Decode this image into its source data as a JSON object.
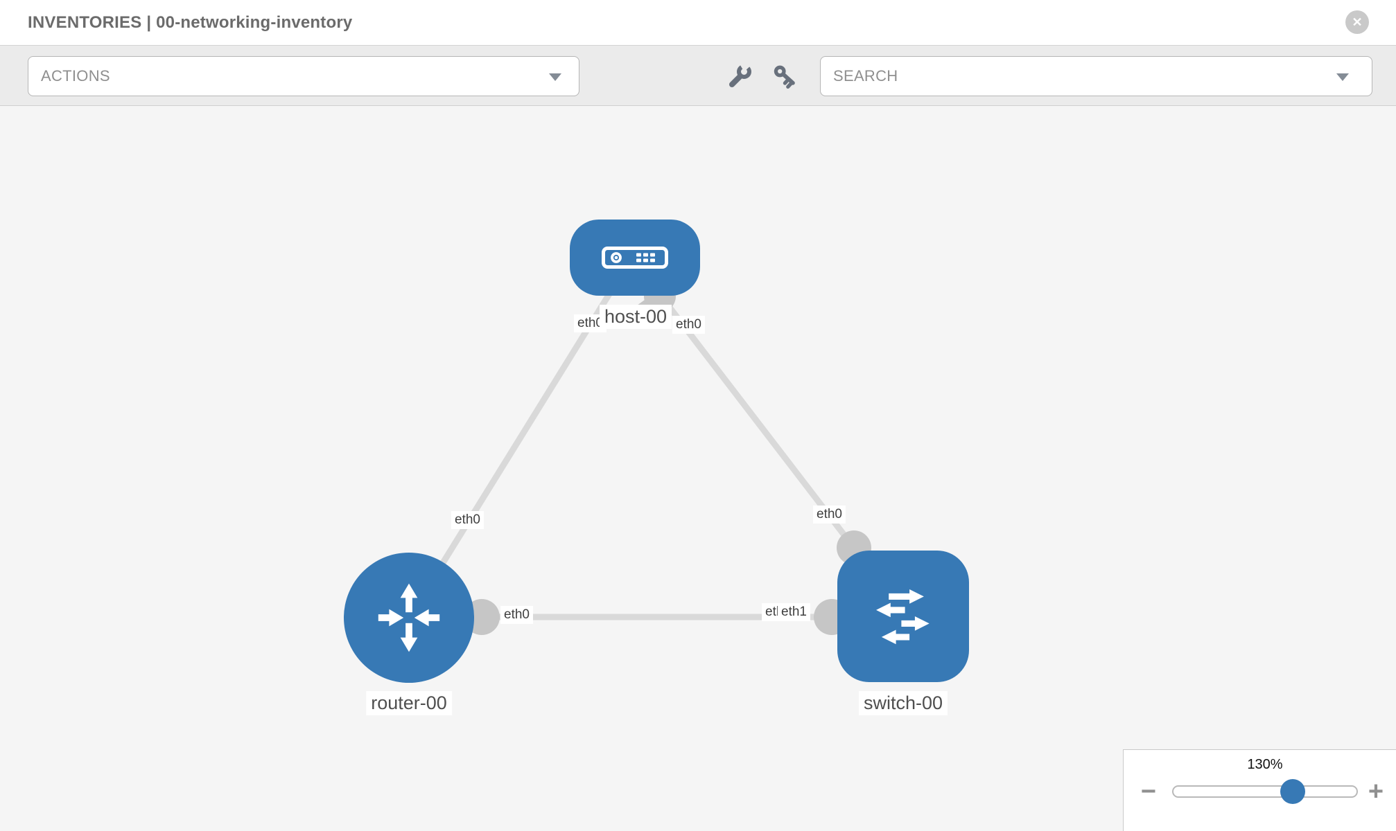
{
  "header": {
    "title": "INVENTORIES | 00-networking-inventory",
    "close_glyph": "✕"
  },
  "toolbar": {
    "actions_label": "ACTIONS",
    "search_placeholder": "SEARCH",
    "icons": [
      "wrench-icon",
      "key-icon"
    ]
  },
  "canvas": {
    "nodes": [
      {
        "label": "host-00",
        "type": "host"
      },
      {
        "label": "router-00",
        "type": "router"
      },
      {
        "label": "switch-00",
        "type": "switch"
      }
    ],
    "links": [
      {
        "from": "host-00",
        "to": "router-00",
        "labels": {
          "host_end": "eth0",
          "router_end": "eth0"
        }
      },
      {
        "from": "host-00",
        "to": "switch-00",
        "labels": {
          "host_end": "eth0",
          "switch_end": "eth0"
        }
      },
      {
        "from": "router-00",
        "to": "switch-00",
        "labels": {
          "router_end": "eth0",
          "switch_end_back": "eth0",
          "switch_end_front": "eth1"
        }
      }
    ]
  },
  "zoom_control": {
    "level": "130%",
    "percent": 65,
    "minus_glyph": "−",
    "plus_glyph": "+"
  },
  "colors": {
    "node_blue": "#3779b5",
    "link_gray": "#d9d9d9",
    "connector_gray": "#c6c6c6",
    "canvas_bg": "#f5f5f5",
    "toolbar_bg": "#ebebeb"
  }
}
